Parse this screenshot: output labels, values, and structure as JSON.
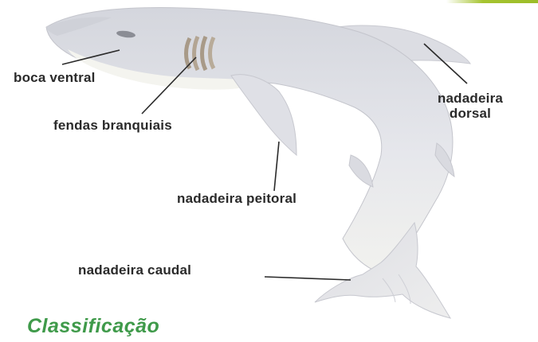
{
  "diagram": {
    "labels": {
      "mouth": "boca ventral",
      "gills": "fendas branquiais",
      "pectoral_fin": "nadadeira peitoral",
      "caudal_fin": "nadadeira caudal",
      "dorsal_fin_line1": "nadadeira",
      "dorsal_fin_line2": "dorsal"
    },
    "section_heading": "Classificação",
    "colors": {
      "body": "#e4e5ea",
      "belly": "#f3f3ee",
      "gills": "#b5a797",
      "heading": "#3f9a4a",
      "accent_stripe": "#a6c430"
    }
  }
}
